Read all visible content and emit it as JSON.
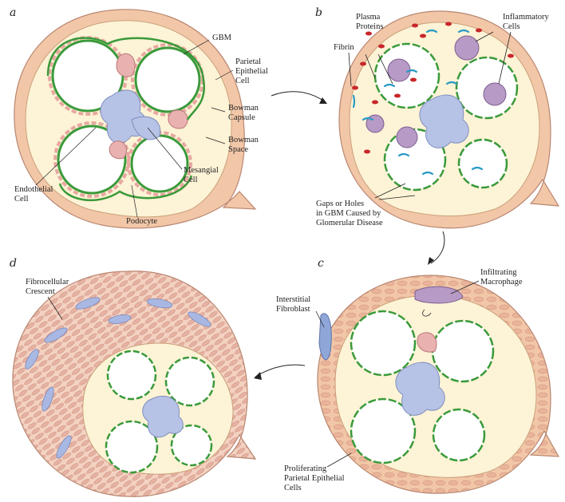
{
  "panels": {
    "a": "a",
    "b": "b",
    "c": "c",
    "d": "d"
  },
  "labels": {
    "gbm": "GBM",
    "parietal": [
      "Parietal",
      "Epithelial",
      "Cell"
    ],
    "bowman_capsule": [
      "Bowman",
      "Capsule"
    ],
    "bowman_space": [
      "Bowman",
      "Space"
    ],
    "mesangial": [
      "Mesangial",
      "Cell"
    ],
    "endothelial": [
      "Endothelial",
      "Cell"
    ],
    "podocyte": "Podocyte",
    "plasma_proteins": [
      "Plasma",
      "Proteins"
    ],
    "inflammatory": [
      "Inflammatory",
      "Cells"
    ],
    "fibrin": "Fibrin",
    "gaps": [
      "Gaps or Holes",
      "in GBM Caused by",
      "Glomerular Disease"
    ],
    "infiltrating": [
      "Infiltrating",
      "Macrophage"
    ],
    "interstitial": [
      "Interstitial",
      "Fibroblast"
    ],
    "fibrocellular": [
      "Fibrocellular",
      "Crescent"
    ],
    "proliferating": [
      "Proliferating",
      "Parietal Epithelial",
      "Cells"
    ]
  },
  "colors": {
    "capsule": "#f2c7a8",
    "space": "#fdf3d6",
    "gbm": "#3a9a3a",
    "mesangial": "#b7c3e6",
    "podocyte": "#eab1b1",
    "fibrin": "#2a9bc4",
    "protein": "#c8262a",
    "inflammatory": "#b79ac6"
  }
}
